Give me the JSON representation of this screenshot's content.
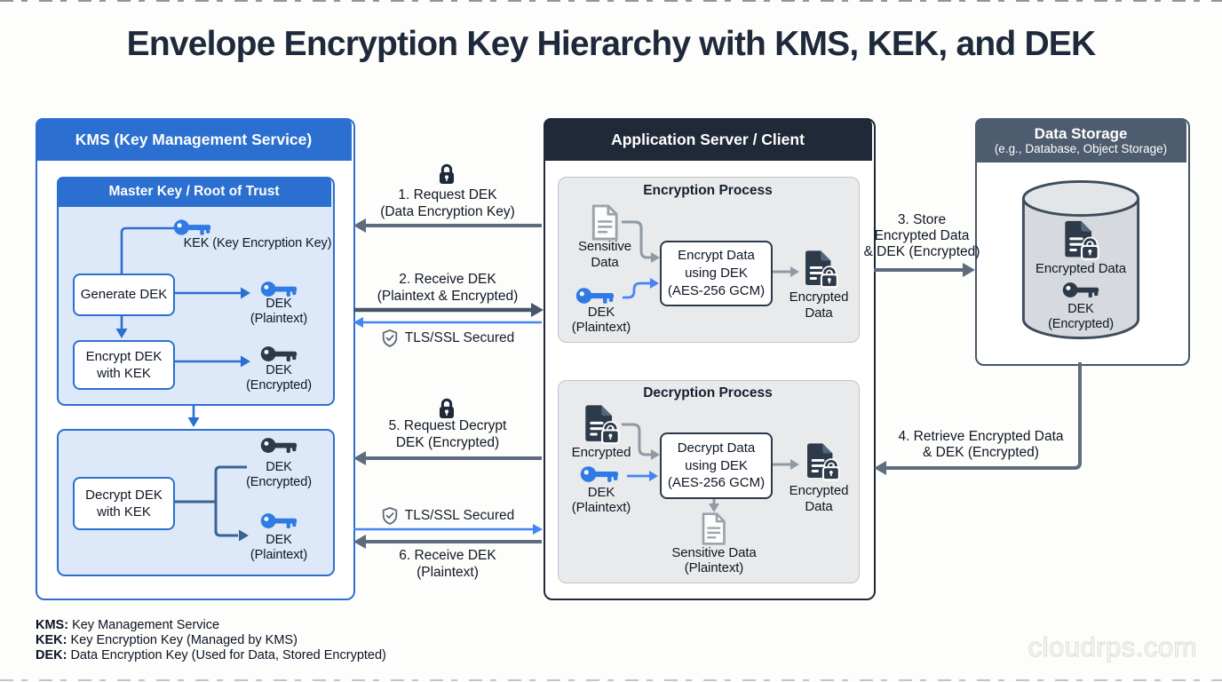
{
  "title": "Envelope Encryption Key Hierarchy with KMS, KEK, and DEK",
  "common": {
    "dek": "DEK",
    "plaintext": "(Plaintext)",
    "encrypted": "(Encrypted)",
    "tls": "TLS/SSL Secured"
  },
  "kms": {
    "header": "KMS (Key Management Service)",
    "master_header": "Master Key / Root of Trust",
    "kek_label": "KEK (Key Encryption Key)",
    "generate_dek": "Generate DEK",
    "encrypt_dek_line1": "Encrypt DEK",
    "encrypt_dek_line2": "with KEK",
    "decrypt_dek_line1": "Decrypt DEK",
    "decrypt_dek_line2": "with KEK"
  },
  "exchange": {
    "step1_line1": "1. Request DEK",
    "step1_line2": "(Data Encryption Key)",
    "step2_line1": "2. Receive DEK",
    "step2_line2": "(Plaintext & Encrypted)",
    "step5_line1": "5. Request Decrypt",
    "step5_line2": "DEK (Encrypted)",
    "step6_line1": "6. Receive DEK",
    "step6_line2": "(Plaintext)"
  },
  "app": {
    "header": "Application Server / Client",
    "encryption_title": "Encryption Process",
    "sensitive_line1": "Sensitive",
    "sensitive_line2": "Data",
    "encrypt_box_line1": "Encrypt Data",
    "encrypt_box_line2": "using DEK",
    "encrypt_box_line3": "(AES-256 GCM)",
    "encrypted_data_line1": "Encrypted",
    "encrypted_data_line2": "Data",
    "decryption_title": "Decryption Process",
    "encrypted_label": "Encrypted",
    "decrypt_box_line1": "Decrypt Data",
    "decrypt_box_line2": "using DEK",
    "decrypt_box_line3": "(AES-256 GCM)",
    "sensitive_plain_line1": "Sensitive Data",
    "sensitive_plain_line2": "(Plaintext)"
  },
  "storage": {
    "header": "Data Storage",
    "subheader": "(e.g., Database, Object Storage)",
    "encrypted_data": "Encrypted Data",
    "step3_line1": "3. Store",
    "step3_line2": "Encrypted Data",
    "step3_line3": "& DEK (Encrypted)",
    "step4_line1": "4. Retrieve Encrypted Data",
    "step4_line2": "& DEK (Encrypted)"
  },
  "legend": [
    {
      "abbr": "KMS:",
      "text": "Key Management Service"
    },
    {
      "abbr": "KEK:",
      "text": "Key Encryption Key (Managed by KMS)"
    },
    {
      "abbr": "DEK:",
      "text": "Data Encryption Key (Used for Data, Stored Encrypted)"
    }
  ],
  "watermark": "cloudrps.com",
  "colors": {
    "kms_blue": "#2b6fd0",
    "kms_light_blue": "#dde9f8",
    "app_dark": "#1f2937",
    "storage_slate": "#4d5c6e",
    "key_blue": "#2f7ae5",
    "key_dark": "#2d3a4a",
    "arrow_gray": "#5d6b7c",
    "arrow_blue": "#4286f5",
    "panel_gray": "#e9eaec"
  }
}
